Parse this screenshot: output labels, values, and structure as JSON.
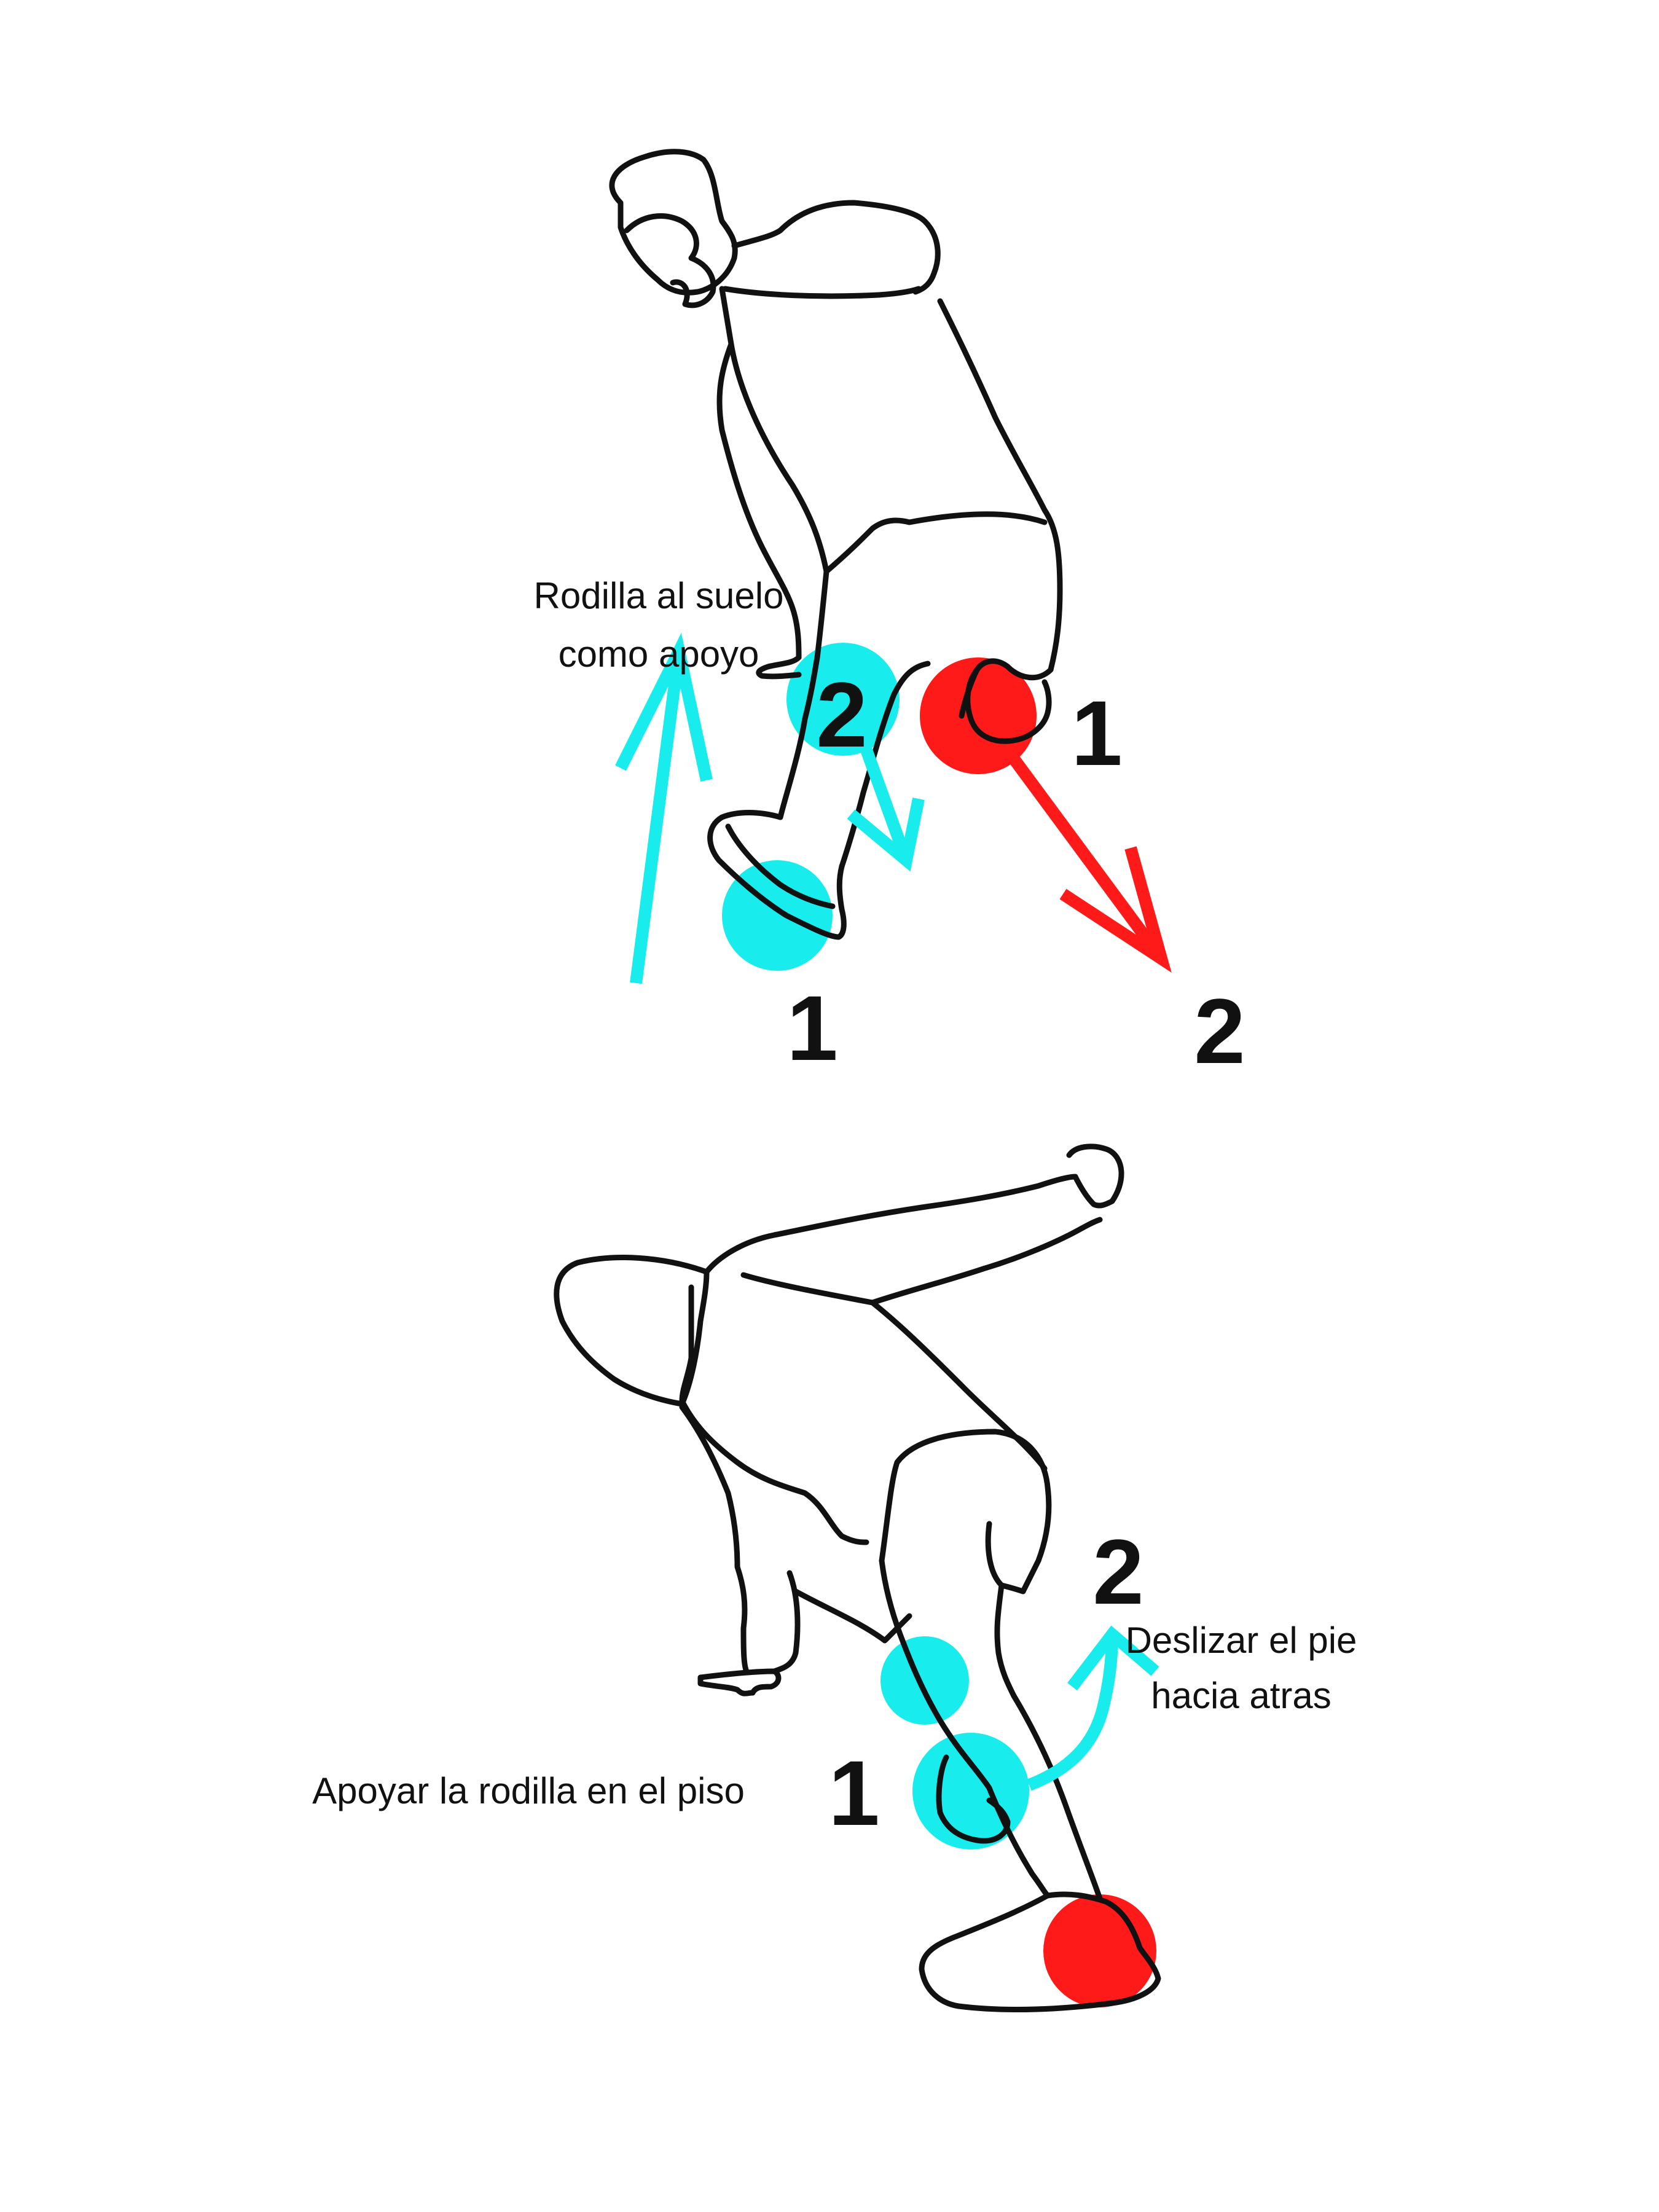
{
  "colors": {
    "cyan": "#19ecec",
    "red": "#ff1a1a",
    "ink": "#111111",
    "background": "#ffffff"
  },
  "top_figure": {
    "caption_line1": "Rodilla al suelo",
    "caption_line2": "como apoyo",
    "cyan_label_knee": "2",
    "cyan_label_foot": "1",
    "red_label_start": "1",
    "red_label_end": "2"
  },
  "bottom_figure": {
    "caption_left": "Apoyar la rodilla en el piso",
    "caption_right_line1": "Deslizar el pie",
    "caption_right_line2": "hacia atras",
    "label_1": "1",
    "label_2": "2"
  }
}
